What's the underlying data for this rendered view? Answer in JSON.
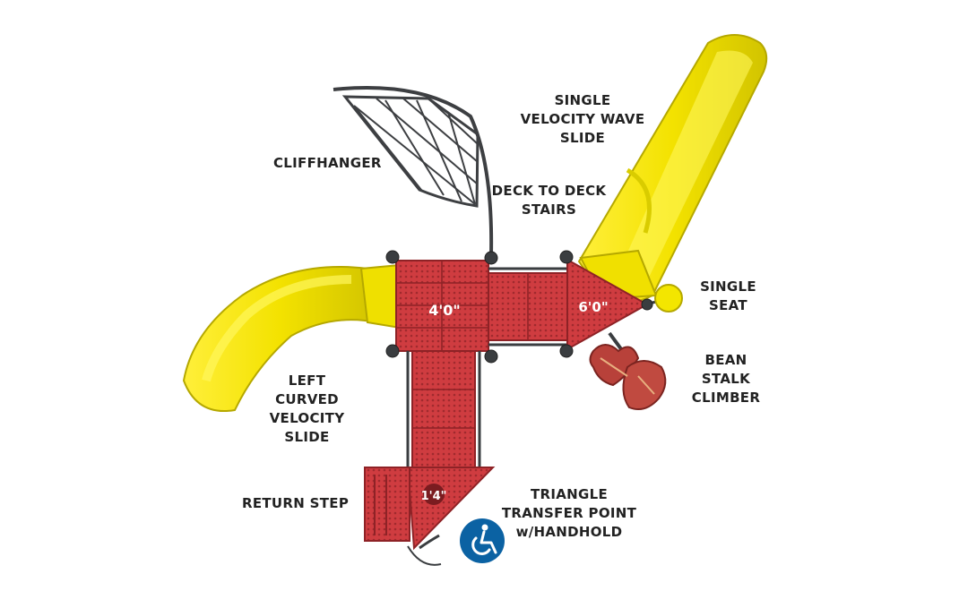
{
  "colors": {
    "deck_red": "#c8363a",
    "deck_red_dark": "#8e2226",
    "slide_yellow": "#f3e600",
    "slide_yellow_dark": "#c9bd00",
    "post_gray": "#3a3d40",
    "access_blue": "#0b62a3",
    "leaf_red": "#b8413a",
    "label_text": "#222222"
  },
  "diagram": {
    "deck_sizes": {
      "main_deck": "4'0\"",
      "triangle_deck": "6'0\"",
      "transfer_step": "1'4\""
    },
    "labels": {
      "cliffhanger": [
        "CLIFFHANGER"
      ],
      "wave_slide": [
        "SINGLE",
        "VELOCITY WAVE",
        "SLIDE"
      ],
      "stairs": [
        "DECK TO DECK",
        "STAIRS"
      ],
      "seat": [
        "SINGLE",
        "SEAT"
      ],
      "bean_stalk": [
        "BEAN",
        "STALK",
        "CLIMBER"
      ],
      "curved_slide": [
        "LEFT",
        "CURVED",
        "VELOCITY",
        "SLIDE"
      ],
      "return_step": [
        "RETURN STEP"
      ],
      "transfer": [
        "TRIANGLE",
        "TRANSFER POINT",
        "w/HANDHOLD"
      ]
    },
    "icons": {
      "accessibility": "wheelchair-accessibility-icon"
    }
  }
}
